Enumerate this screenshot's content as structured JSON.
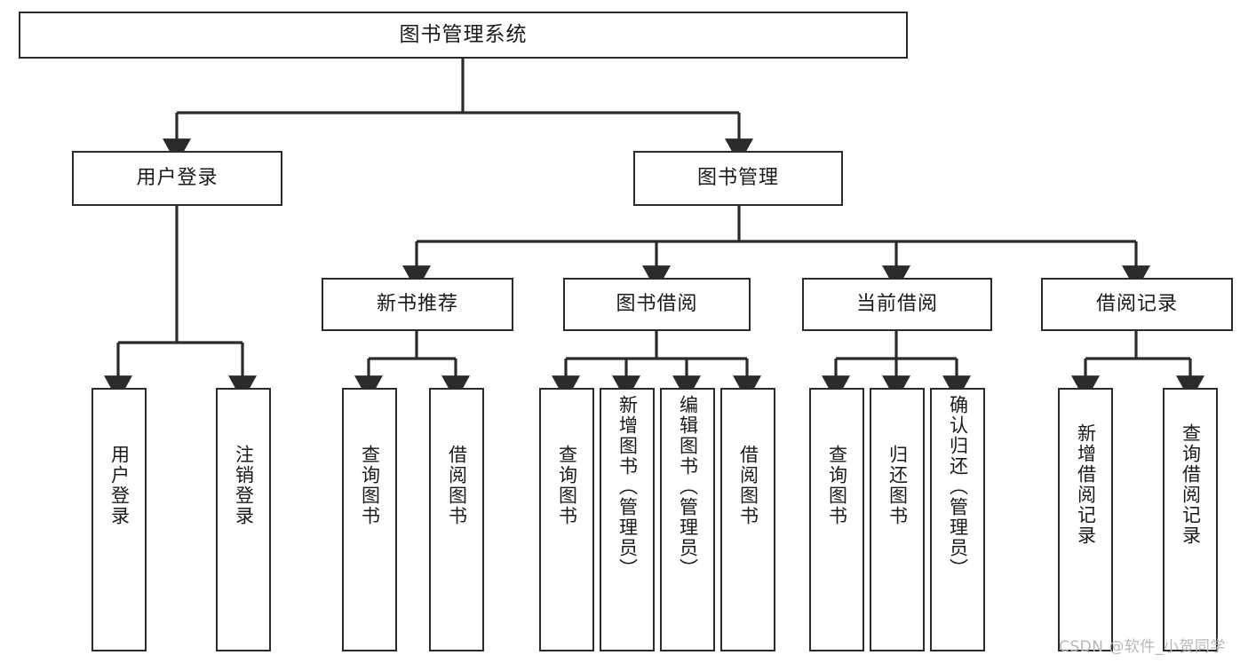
{
  "diagram": {
    "type": "tree-hierarchy",
    "title": "图书管理系统",
    "watermark": "CSDN @软件_小贺同学",
    "colors": {
      "box_border": "#2b2b2b",
      "box_fill": "#ffffff",
      "edge": "#2b2b2b",
      "text": "#1a1a1a",
      "watermark": "#b8b8b8",
      "background": "#ffffff"
    },
    "nodes": {
      "root": {
        "label": "图书管理系统"
      },
      "level2": [
        {
          "id": "user-login",
          "label": "用户登录"
        },
        {
          "id": "book-manage",
          "label": "图书管理"
        }
      ],
      "level3": [
        {
          "id": "new-book-recommend",
          "label": "新书推荐"
        },
        {
          "id": "book-borrow",
          "label": "图书借阅"
        },
        {
          "id": "current-borrow",
          "label": "当前借阅"
        },
        {
          "id": "borrow-record",
          "label": "借阅记录"
        }
      ],
      "leaves": [
        {
          "id": "leaf-user-login",
          "label": "用户登录",
          "parent": "user-login"
        },
        {
          "id": "leaf-user-logout",
          "label": "注销登录",
          "parent": "user-login"
        },
        {
          "id": "leaf-query-book-1",
          "label": "查询图书",
          "parent": "new-book-recommend"
        },
        {
          "id": "leaf-borrow-book-1",
          "label": "借阅图书",
          "parent": "new-book-recommend"
        },
        {
          "id": "leaf-query-book-2",
          "label": "查询图书",
          "parent": "book-borrow"
        },
        {
          "id": "leaf-add-book",
          "label": "新增图书（管理员）",
          "parent": "book-borrow"
        },
        {
          "id": "leaf-edit-book",
          "label": "编辑图书（管理员）",
          "parent": "book-borrow"
        },
        {
          "id": "leaf-borrow-book-2",
          "label": "借阅图书",
          "parent": "book-borrow"
        },
        {
          "id": "leaf-query-book-3",
          "label": "查询图书",
          "parent": "current-borrow"
        },
        {
          "id": "leaf-return-book",
          "label": "归还图书",
          "parent": "current-borrow"
        },
        {
          "id": "leaf-confirm-return",
          "label": "确认归还（管理员）",
          "parent": "current-borrow"
        },
        {
          "id": "leaf-add-record",
          "label": "新增借阅记录",
          "parent": "borrow-record"
        },
        {
          "id": "leaf-query-record",
          "label": "查询借阅记录",
          "parent": "borrow-record"
        }
      ]
    }
  }
}
